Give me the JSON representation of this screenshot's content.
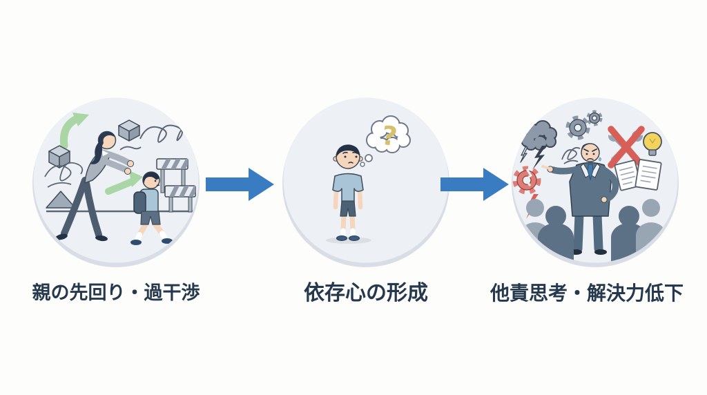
{
  "flow": {
    "steps": [
      {
        "id": "step-1",
        "label": "親の先回り・過干渉",
        "illustration": "parent-preempting-child-scene"
      },
      {
        "id": "step-2",
        "label": "依存心の形成",
        "illustration": "dependent-child-question-scene"
      },
      {
        "id": "step-3",
        "label": "他責思考・解決力低下",
        "illustration": "blaming-businessman-scene"
      }
    ],
    "question_mark": "?",
    "arrow_color": "#3a7cc1"
  },
  "palette": {
    "background": "#fdfdfb",
    "circle_fill": "#edf0f4",
    "circle_rim": "#d9dee6",
    "label_text": "#26384e",
    "green_accent": "#a9d6a4",
    "red_accent": "#d85f58",
    "bulb_yellow": "#f2d35e",
    "outline": "#3e4a57"
  }
}
